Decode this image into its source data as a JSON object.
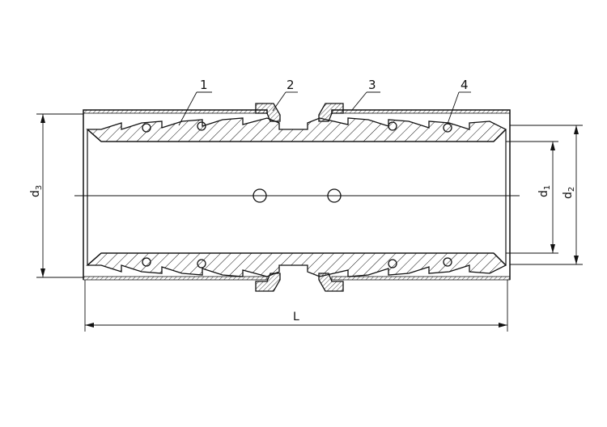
{
  "callouts": [
    {
      "label": "1"
    },
    {
      "label": "2"
    },
    {
      "label": "3"
    },
    {
      "label": "4"
    }
  ],
  "dimensions": {
    "length": "L",
    "inner_diameter": {
      "symbol": "d",
      "subscript": "1"
    },
    "outer_diameter": {
      "symbol": "d",
      "subscript": "2"
    },
    "sleeve_diameter": {
      "symbol": "d",
      "subscript": "3"
    }
  },
  "colors": {
    "line": "#111111",
    "background": "#ffffff"
  }
}
